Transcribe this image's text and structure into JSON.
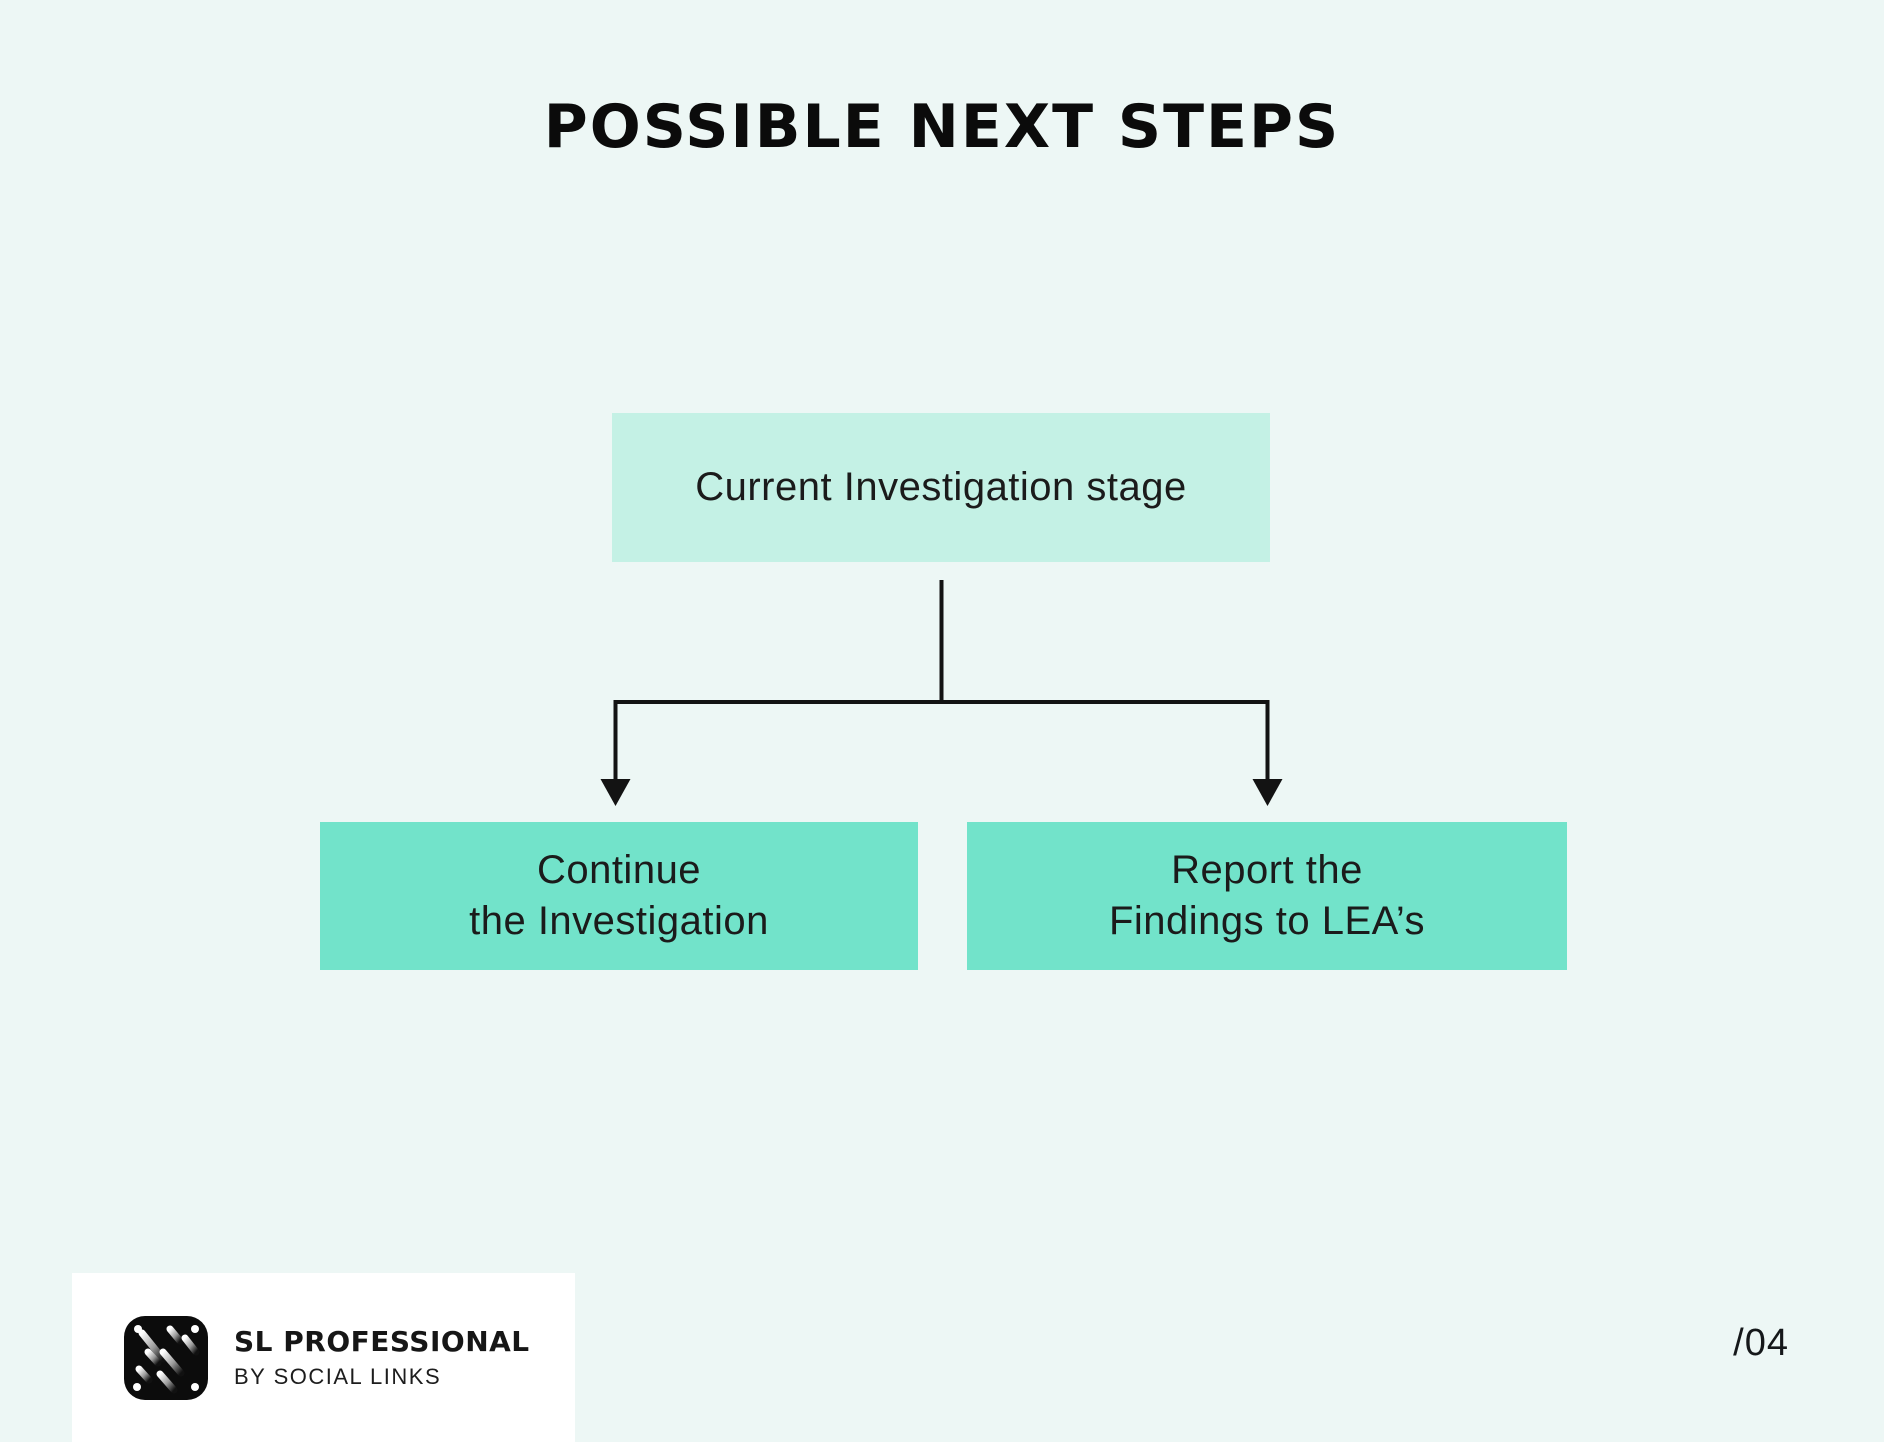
{
  "slide": {
    "title": "POSSIBLE NEXT STEPS",
    "page_number": "/04"
  },
  "diagram": {
    "root": {
      "label": "Current Investigation stage"
    },
    "children": [
      {
        "label_line1": "Continue",
        "label_line2": "the Investigation"
      },
      {
        "label_line1": "Report the",
        "label_line2": "Findings to LEA’s"
      }
    ]
  },
  "footer": {
    "brand_name": "SL PROFESSIONAL",
    "brand_tagline": "BY SOCIAL LINKS"
  },
  "icons": {
    "sl-logo-icon": "black rounded square with diagonal highlight stripes and four corner dots",
    "arrow-down-icon": "▼"
  },
  "colors": {
    "background": "#edf7f5",
    "root-box": "#c4f1e5",
    "child-box": "#72e3ca",
    "line": "#131313",
    "text": "#1b1b1b",
    "card": "#ffffff",
    "page-number": "#15181a"
  }
}
